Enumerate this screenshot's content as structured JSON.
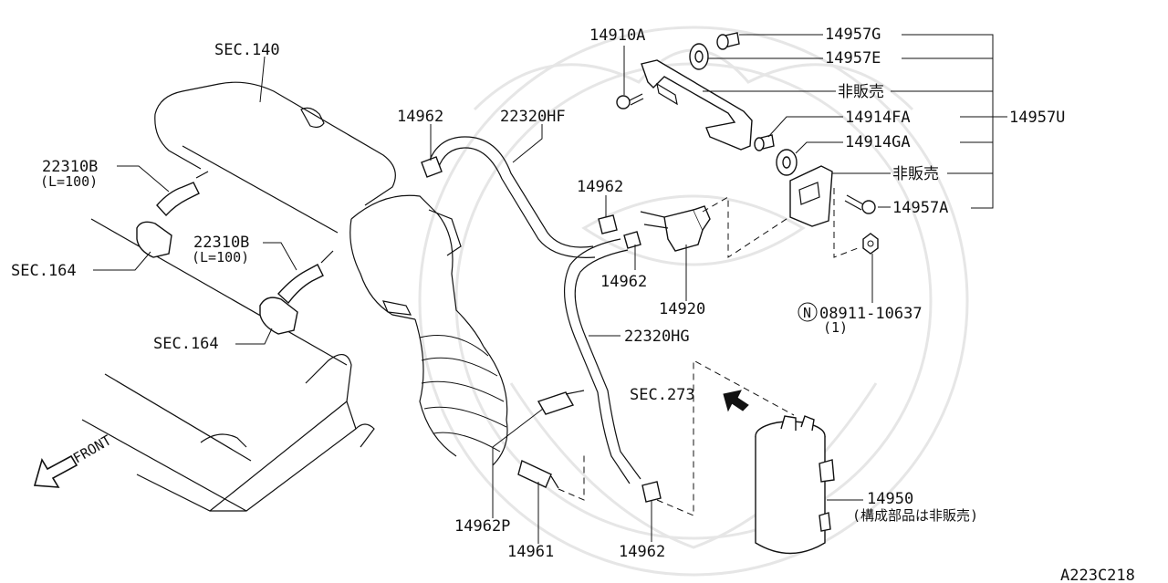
{
  "diagram": {
    "callouts": {
      "sec140": "SEC.140",
      "c22310b_1": "22310B",
      "c22310b_1_len": "(L=100)",
      "c22310b_2": "22310B",
      "c22310b_2_len": "(L=100)",
      "sec164_1": "SEC.164",
      "sec164_2": "SEC.164",
      "c14962_top": "14962",
      "c22320hf": "22320HF",
      "c14962_mid": "14962",
      "c14962_low": "14962",
      "c14920": "14920",
      "c22320hg": "22320HG",
      "sec273": "SEC.273",
      "c14962p": "14962P",
      "c14961": "14961",
      "c14962_bottom": "14962",
      "c14910a": "14910A",
      "c14957g": "14957G",
      "c14957e": "14957E",
      "not_for_sale_1": "非販売",
      "c14914fa": "14914FA",
      "c14957u": "14957U",
      "c14914ga": "14914GA",
      "not_for_sale_2": "非販売",
      "c14957a": "14957A",
      "nut_symbol": "N",
      "c08911": "08911-10637",
      "c08911_qty": "(1)",
      "c14950": "14950",
      "c14950_note": "(構成部品は非販売)",
      "front": "FRONT",
      "ref_code": "A223C218"
    }
  }
}
